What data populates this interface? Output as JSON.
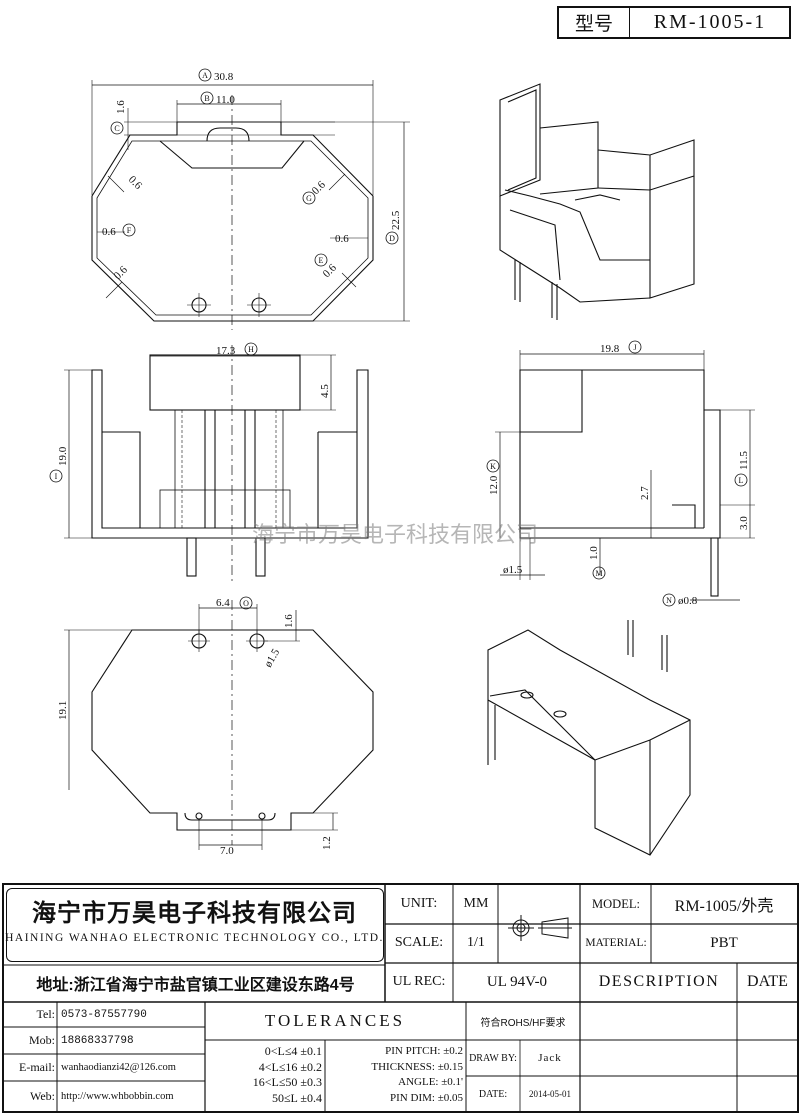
{
  "header": {
    "type_label": "型号",
    "type_value": "RM-1005-1"
  },
  "watermark": "海宁市万昊电子科技有限公司",
  "dims": {
    "A": "30.8",
    "B": "11.0",
    "C": "1.6",
    "D": "22.5",
    "E": "0.6",
    "F": "0.6",
    "G": "0.6",
    "side_06a": "0.6",
    "side_06b": "0.6",
    "side_06c": "0.6",
    "H": "17.3",
    "H2": "4.5",
    "I": "19.0",
    "J": "19.8",
    "K": "12.0",
    "L": "11.5",
    "L2": "3.0",
    "p27": "2.7",
    "M": "1.0",
    "dia15": "ø1.5",
    "N": "ø0.8",
    "O": "6.4",
    "O2": "1.6",
    "dia15b": "ø1.5",
    "h191": "19.1",
    "w70": "7.0",
    "h12": "1.2"
  },
  "marks": {
    "A": "A",
    "B": "B",
    "C": "C",
    "D": "D",
    "E": "E",
    "F": "F",
    "G": "G",
    "H": "H",
    "I": "I",
    "J": "J",
    "K": "K",
    "L": "L",
    "M": "M",
    "N": "N",
    "O": "O"
  },
  "titleblock": {
    "company_cn": "海宁市万昊电子科技有限公司",
    "company_en": "HAINING WANHAO ELECTRONIC TECHNOLOGY CO., LTD.",
    "address": "地址:浙江省海宁市盐官镇工业区建设东路4号",
    "unit_label": "UNIT:",
    "unit_value": "MM",
    "scale_label": "SCALE:",
    "scale_value": "1/1",
    "ulrec_label": "UL REC:",
    "ulrec_value": "UL 94V-0",
    "model_label": "MODEL:",
    "model_value": "RM-1005/外壳",
    "material_label": "MATERIAL:",
    "material_value": "PBT",
    "description": "DESCRIPTION",
    "date_header": "DATE",
    "tel_label": "Tel:",
    "tel_value": "0573-87557790",
    "mob_label": "Mob:",
    "mob_value": "18868337798",
    "email_label": "E-mail:",
    "email_value": "wanhaodianzi42@126.com",
    "web_label": "Web:",
    "web_value": "http://www.whbobbin.com",
    "tolerances": "TOLERANCES",
    "tol1": "0<L≤4 ±0.1",
    "tol2": "4<L≤16 ±0.2",
    "tol3": "16<L≤50 ±0.3",
    "tol4": "50≤L ±0.4",
    "pin1": "PIN PITCH: ±0.2",
    "pin2": "THICKNESS: ±0.15",
    "pin3": "ANGLE: ±0.1'",
    "pin4": "PIN DIM: ±0.05",
    "rohs": "符合ROHS/HF要求",
    "drawby_label": "DRAW BY:",
    "drawby_value": "Jack",
    "date_label": "DATE:",
    "date_value": "2014-05-01"
  }
}
